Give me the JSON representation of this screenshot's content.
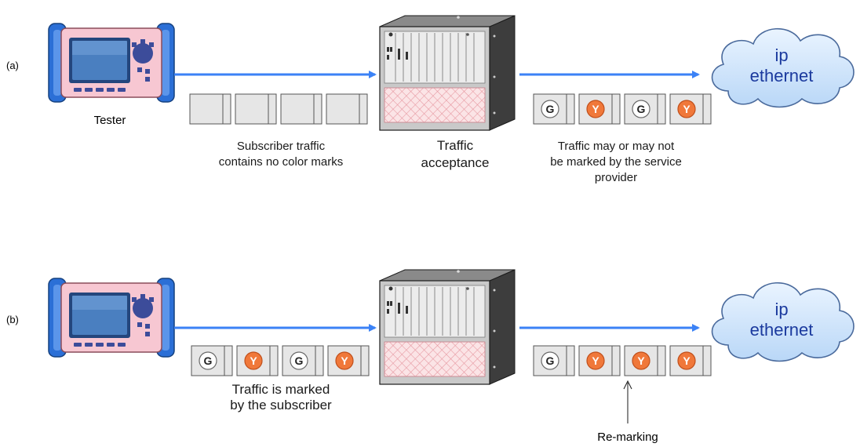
{
  "colors": {
    "arrow": "#3b82f6",
    "green_mark_fill": "#ffffff",
    "yellow_mark_fill": "#f0783a",
    "packet_fill": "#e6e6e6",
    "cloud_fill": "#cfe4fb",
    "cloud_text": "#1b3a9e",
    "tester_body": "#f7c7d2",
    "tester_grip": "#2b6fd6",
    "tester_screen": "#3f6fae"
  },
  "icons": {
    "tester": "handheld-tester-icon",
    "chassis": "network-chassis-icon",
    "cloud": "ip-ethernet-cloud-icon"
  },
  "rows": [
    {
      "label": "(a)",
      "tester_label": "Tester",
      "in_packets": [
        "",
        "",
        "",
        ""
      ],
      "in_caption": [
        "Subscriber traffic",
        "contains no color marks"
      ],
      "node_caption": [
        "Traffic",
        "acceptance"
      ],
      "out_packets": [
        "G",
        "Y",
        "G",
        "Y"
      ],
      "out_caption": [
        "Traffic may or may not",
        "be marked by the service",
        "provider"
      ],
      "cloud_text": [
        "ip",
        "ethernet"
      ]
    },
    {
      "label": "(b)",
      "in_packets": [
        "G",
        "Y",
        "G",
        "Y"
      ],
      "in_caption": [
        "Traffic is marked",
        "by the subscriber"
      ],
      "out_packets": [
        "G",
        "Y",
        "Y",
        "Y"
      ],
      "remark_label": "Re-marking",
      "cloud_text": [
        "ip",
        "ethernet"
      ]
    }
  ]
}
